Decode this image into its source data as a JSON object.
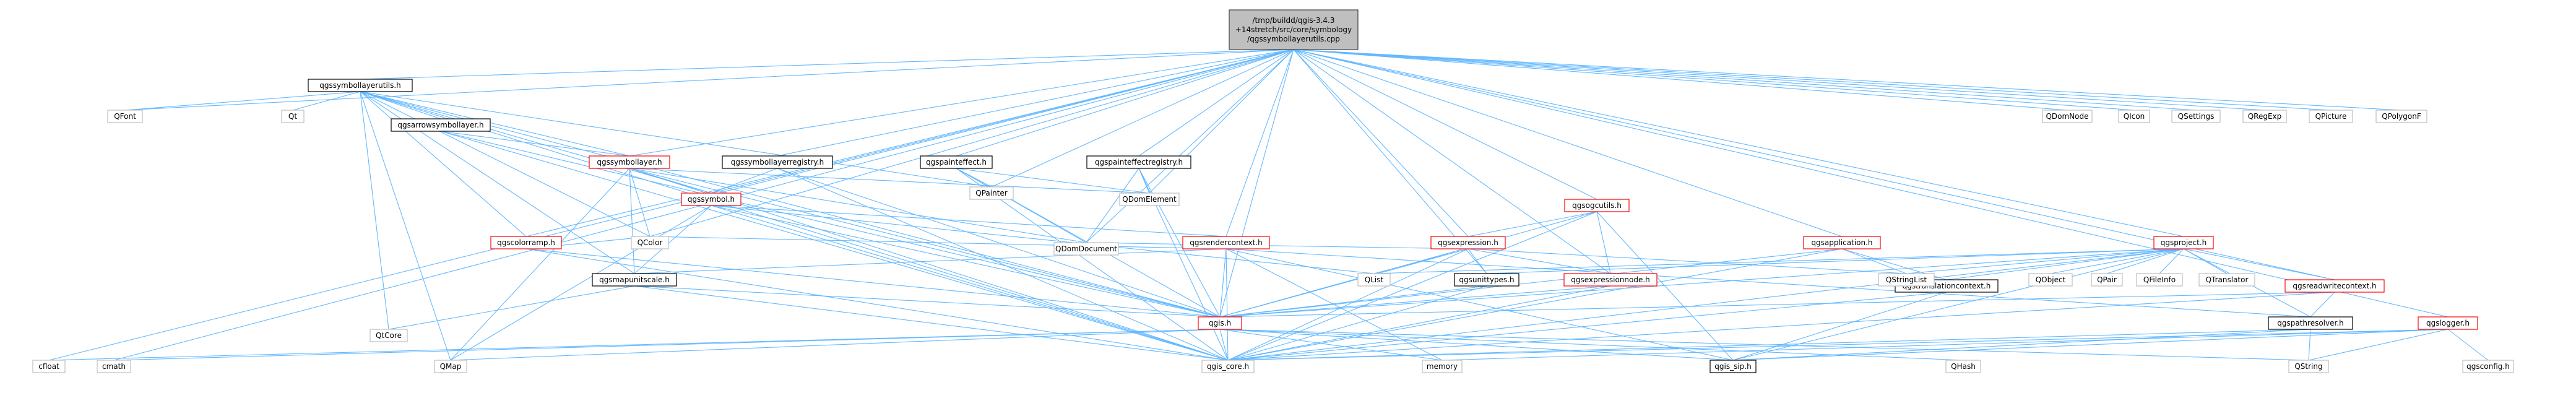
{
  "colors": {
    "root_fill": "#bfbfbf",
    "root_border": "#404040",
    "documented_border": "#000000",
    "undocumented_border": "#bfbfbf",
    "red_border": "#ff0000",
    "edge": "#63b8ff",
    "text": "#000000"
  },
  "nodes": [
    {
      "id": "root",
      "lines": [
        "/tmp/buildd/qgis-3.4.3",
        "+14stretch/src/core/symbology",
        "/qgssymbollayerutils.cpp"
      ],
      "style": "root"
    },
    {
      "id": "qgssymbollayerutils",
      "lines": [
        "qgssymbollayerutils.h"
      ],
      "style": "documented"
    },
    {
      "id": "qgsarrowsymbollayer",
      "lines": [
        "qgsarrowsymbollayer.h"
      ],
      "style": "documented"
    },
    {
      "id": "qgssymbollayer",
      "lines": [
        "qgssymbollayer.h"
      ],
      "style": "red"
    },
    {
      "id": "qgssymbollayerregistry",
      "lines": [
        "qgssymbollayerregistry.h"
      ],
      "style": "documented"
    },
    {
      "id": "qgspainteffect",
      "lines": [
        "qgspainteffect.h"
      ],
      "style": "documented"
    },
    {
      "id": "qgspainteffectregistry",
      "lines": [
        "qgspainteffectregistry.h"
      ],
      "style": "documented"
    },
    {
      "id": "qgssymbol",
      "lines": [
        "qgssymbol.h"
      ],
      "style": "red"
    },
    {
      "id": "qgscolorramp",
      "lines": [
        "qgscolorramp.h"
      ],
      "style": "red"
    },
    {
      "id": "qgsrendercontext",
      "lines": [
        "qgsrendercontext.h"
      ],
      "style": "red"
    },
    {
      "id": "qgsmapunitscale",
      "lines": [
        "qgsmapunitscale.h"
      ],
      "style": "documented"
    },
    {
      "id": "qgsogcutils",
      "lines": [
        "qgsogcutils.h"
      ],
      "style": "red"
    },
    {
      "id": "qgsexpression",
      "lines": [
        "qgsexpression.h"
      ],
      "style": "red"
    },
    {
      "id": "qgsunittypes",
      "lines": [
        "qgsunittypes.h"
      ],
      "style": "documented"
    },
    {
      "id": "qgsexpressionnode",
      "lines": [
        "qgsexpressionnode.h"
      ],
      "style": "red"
    },
    {
      "id": "qgsapplication",
      "lines": [
        "qgsapplication.h"
      ],
      "style": "red"
    },
    {
      "id": "qgsproject",
      "lines": [
        "qgsproject.h"
      ],
      "style": "red"
    },
    {
      "id": "qgstranslationcontext",
      "lines": [
        "qgstranslationcontext.h"
      ],
      "style": "documented"
    },
    {
      "id": "qgsreadwritecontext",
      "lines": [
        "qgsreadwritecontext.h"
      ],
      "style": "red"
    },
    {
      "id": "qgspathresolver",
      "lines": [
        "qgspathresolver.h"
      ],
      "style": "documented"
    },
    {
      "id": "qgslogger",
      "lines": [
        "qgslogger.h"
      ],
      "style": "red"
    },
    {
      "id": "qgis",
      "lines": [
        "qgis.h"
      ],
      "style": "red"
    },
    {
      "id": "qgis_core",
      "lines": [
        "qgis_core.h"
      ],
      "style": "undocumented"
    },
    {
      "id": "qgis_sip",
      "lines": [
        "qgis_sip.h"
      ],
      "style": "documented"
    },
    {
      "id": "qgsconfig",
      "lines": [
        "qgsconfig.h"
      ],
      "style": "undocumented"
    },
    {
      "id": "QFont",
      "lines": [
        "QFont"
      ],
      "style": "undocumented"
    },
    {
      "id": "Qt",
      "lines": [
        "Qt"
      ],
      "style": "undocumented"
    },
    {
      "id": "QColor",
      "lines": [
        "QColor"
      ],
      "style": "undocumented"
    },
    {
      "id": "QPainter",
      "lines": [
        "QPainter"
      ],
      "style": "undocumented"
    },
    {
      "id": "QDomElement",
      "lines": [
        "QDomElement"
      ],
      "style": "undocumented"
    },
    {
      "id": "QDomDocument",
      "lines": [
        "QDomDocument"
      ],
      "style": "undocumented"
    },
    {
      "id": "QList",
      "lines": [
        "QList"
      ],
      "style": "undocumented"
    },
    {
      "id": "QStringList",
      "lines": [
        "QStringList"
      ],
      "style": "undocumented"
    },
    {
      "id": "QObject",
      "lines": [
        "QObject"
      ],
      "style": "undocumented"
    },
    {
      "id": "QPair",
      "lines": [
        "QPair"
      ],
      "style": "undocumented"
    },
    {
      "id": "QFileInfo",
      "lines": [
        "QFileInfo"
      ],
      "style": "undocumented"
    },
    {
      "id": "QTranslator",
      "lines": [
        "QTranslator"
      ],
      "style": "undocumented"
    },
    {
      "id": "QCore",
      "lines": [
        "QtCore"
      ],
      "style": "undocumented"
    },
    {
      "id": "QMap",
      "lines": [
        "QMap"
      ],
      "style": "undocumented"
    },
    {
      "id": "cfloat",
      "lines": [
        "cfloat"
      ],
      "style": "undocumented"
    },
    {
      "id": "cmath",
      "lines": [
        "cmath"
      ],
      "style": "undocumented"
    },
    {
      "id": "memory",
      "lines": [
        "memory"
      ],
      "style": "undocumented"
    },
    {
      "id": "QHash",
      "lines": [
        "QHash"
      ],
      "style": "undocumented"
    },
    {
      "id": "QString",
      "lines": [
        "QString"
      ],
      "style": "undocumented"
    },
    {
      "id": "QDomNode",
      "lines": [
        "QDomNode"
      ],
      "style": "undocumented"
    },
    {
      "id": "QIcon",
      "lines": [
        "QIcon"
      ],
      "style": "undocumented"
    },
    {
      "id": "QSettings",
      "lines": [
        "QSettings"
      ],
      "style": "undocumented"
    },
    {
      "id": "QRegExp",
      "lines": [
        "QRegExp"
      ],
      "style": "undocumented"
    },
    {
      "id": "QPicture",
      "lines": [
        "QPicture"
      ],
      "style": "undocumented"
    },
    {
      "id": "QPolygonF",
      "lines": [
        "QPolygonF"
      ],
      "style": "undocumented"
    }
  ],
  "edges": [
    [
      "root",
      "qgssymbollayerutils"
    ],
    [
      "root",
      "QFont"
    ],
    [
      "root",
      "QColor"
    ],
    [
      "root",
      "QPainter"
    ],
    [
      "root",
      "qgssymbollayer"
    ],
    [
      "root",
      "qgssymbol"
    ],
    [
      "root",
      "qgscolorramp"
    ],
    [
      "root",
      "qgssymbollayerregistry"
    ],
    [
      "root",
      "qgspainteffect"
    ],
    [
      "root",
      "qgspainteffectregistry"
    ],
    [
      "root",
      "QDomElement"
    ],
    [
      "root",
      "QDomDocument"
    ],
    [
      "root",
      "qgsrendercontext"
    ],
    [
      "root",
      "qgsexpression"
    ],
    [
      "root",
      "qgsexpressionnode"
    ],
    [
      "root",
      "qgsunittypes"
    ],
    [
      "root",
      "qgsogcutils"
    ],
    [
      "root",
      "qgsapplication"
    ],
    [
      "root",
      "qgsproject"
    ],
    [
      "root",
      "qgsreadwritecontext"
    ],
    [
      "root",
      "qgslogger"
    ],
    [
      "root",
      "qgis"
    ],
    [
      "root",
      "cfloat"
    ],
    [
      "root",
      "cmath"
    ],
    [
      "root",
      "QDomNode"
    ],
    [
      "root",
      "QIcon"
    ],
    [
      "root",
      "QSettings"
    ],
    [
      "root",
      "QRegExp"
    ],
    [
      "root",
      "QPicture"
    ],
    [
      "root",
      "QPolygonF"
    ],
    [
      "qgssymbollayerutils",
      "QFont"
    ],
    [
      "qgssymbollayerutils",
      "Qt"
    ],
    [
      "qgssymbollayerutils",
      "QColor"
    ],
    [
      "qgssymbollayerutils",
      "QPainter"
    ],
    [
      "qgssymbollayerutils",
      "qgsarrowsymbollayer"
    ],
    [
      "qgssymbollayerutils",
      "qgssymbollayer"
    ],
    [
      "qgssymbollayerutils",
      "qgssymbol"
    ],
    [
      "qgssymbollayerutils",
      "qgscolorramp"
    ],
    [
      "qgssymbollayerutils",
      "qgsmapunitscale"
    ],
    [
      "qgssymbollayerutils",
      "qgis_core"
    ],
    [
      "qgssymbollayerutils",
      "qgis"
    ],
    [
      "qgssymbollayerutils",
      "QCore"
    ],
    [
      "qgssymbollayerutils",
      "QMap"
    ],
    [
      "qgsarrowsymbollayer",
      "qgssymbollayer"
    ],
    [
      "qgsarrowsymbollayer",
      "qgis_core"
    ],
    [
      "qgsarrowsymbollayer",
      "qgis"
    ],
    [
      "qgssymbollayer",
      "qgssymbol"
    ],
    [
      "qgssymbollayer",
      "QColor"
    ],
    [
      "qgssymbollayer",
      "QDomElement"
    ],
    [
      "qgssymbollayer",
      "QDomDocument"
    ],
    [
      "qgssymbollayer",
      "qgis_core"
    ],
    [
      "qgssymbollayer",
      "qgis"
    ],
    [
      "qgssymbollayer",
      "QMap"
    ],
    [
      "qgssymbollayer",
      "qgsmapunitscale"
    ],
    [
      "qgssymbollayerregistry",
      "qgssymbol"
    ],
    [
      "qgssymbollayerregistry",
      "qgis_core"
    ],
    [
      "qgssymbollayerregistry",
      "qgis"
    ],
    [
      "qgspainteffect",
      "QPainter"
    ],
    [
      "qgspainteffect",
      "QDomElement"
    ],
    [
      "qgspainteffect",
      "QDomDocument"
    ],
    [
      "qgspainteffect",
      "qgis_core"
    ],
    [
      "qgspainteffect",
      "qgis"
    ],
    [
      "qgspainteffectregistry",
      "QDomElement"
    ],
    [
      "qgspainteffectregistry",
      "QDomDocument"
    ],
    [
      "qgspainteffectregistry",
      "qgis_core"
    ],
    [
      "qgspainteffectregistry",
      "qgis"
    ],
    [
      "qgssymbol",
      "qgsrendercontext"
    ],
    [
      "qgssymbol",
      "qgsmapunitscale"
    ],
    [
      "qgssymbol",
      "QList"
    ],
    [
      "qgssymbol",
      "QMap"
    ],
    [
      "qgssymbol",
      "qgis_core"
    ],
    [
      "qgssymbol",
      "qgis"
    ],
    [
      "qgscolorramp",
      "QColor"
    ],
    [
      "qgscolorramp",
      "qgis_core"
    ],
    [
      "qgscolorramp",
      "qgis"
    ],
    [
      "qgsrendercontext",
      "QColor"
    ],
    [
      "qgsrendercontext",
      "qgsmapunitscale"
    ],
    [
      "qgsrendercontext",
      "qgis_core"
    ],
    [
      "qgsrendercontext",
      "qgis_sip"
    ],
    [
      "qgsrendercontext",
      "memory"
    ],
    [
      "qgsrendercontext",
      "qgis"
    ],
    [
      "qgsrendercontext",
      "qgspathresolver"
    ],
    [
      "qgsmapunitscale",
      "QCore"
    ],
    [
      "qgsmapunitscale",
      "qgis_core"
    ],
    [
      "qgsmapunitscale",
      "qgis"
    ],
    [
      "qgsogcutils",
      "qgsexpression"
    ],
    [
      "qgsogcutils",
      "qgsexpressionnode"
    ],
    [
      "qgsogcutils",
      "qgis_core"
    ],
    [
      "qgsogcutils",
      "qgis_sip"
    ],
    [
      "qgsogcutils",
      "qgis"
    ],
    [
      "qgsexpression",
      "QDomDocument"
    ],
    [
      "qgsexpression",
      "QList"
    ],
    [
      "qgsexpression",
      "QStringList"
    ],
    [
      "qgsexpression",
      "qgsunittypes"
    ],
    [
      "qgsexpression",
      "qgsexpressionnode"
    ],
    [
      "qgsexpression",
      "qgis_core"
    ],
    [
      "qgsexpression",
      "qgis"
    ],
    [
      "qgsunittypes",
      "qgis_core"
    ],
    [
      "qgsunittypes",
      "qgis"
    ],
    [
      "qgsexpressionnode",
      "qgis_core"
    ],
    [
      "qgsexpressionnode",
      "qgis"
    ],
    [
      "qgsapplication",
      "QStringList"
    ],
    [
      "qgsapplication",
      "qgstranslationcontext"
    ],
    [
      "qgsapplication",
      "qgis_core"
    ],
    [
      "qgsapplication",
      "qgis"
    ],
    [
      "qgsproject",
      "QObject"
    ],
    [
      "qgsproject",
      "QPair"
    ],
    [
      "qgsproject",
      "QFileInfo"
    ],
    [
      "qgsproject",
      "QTranslator"
    ],
    [
      "qgsproject",
      "QStringList"
    ],
    [
      "qgsproject",
      "QList"
    ],
    [
      "qgsproject",
      "qgstranslationcontext"
    ],
    [
      "qgsproject",
      "qgsreadwritecontext"
    ],
    [
      "qgsproject",
      "qgsunittypes"
    ],
    [
      "qgsproject",
      "qgis_core"
    ],
    [
      "qgsproject",
      "qgis_sip"
    ],
    [
      "qgsproject",
      "qgspathresolver"
    ],
    [
      "qgsproject",
      "qgis"
    ],
    [
      "qgstranslationcontext",
      "qgis_core"
    ],
    [
      "qgstranslationcontext",
      "qgis_sip"
    ],
    [
      "qgsreadwritecontext",
      "qgspathresolver"
    ],
    [
      "qgsreadwritecontext",
      "qgis"
    ],
    [
      "qgsreadwritecontext",
      "qgis_core"
    ],
    [
      "qgspathresolver",
      "qgis_core"
    ],
    [
      "qgspathresolver",
      "qgis_sip"
    ],
    [
      "qgspathresolver",
      "QString"
    ],
    [
      "qgslogger",
      "qgis_core"
    ],
    [
      "qgslogger",
      "qgis_sip"
    ],
    [
      "qgslogger",
      "QString"
    ],
    [
      "qgslogger",
      "qgsconfig"
    ],
    [
      "qgslogger",
      "memory"
    ],
    [
      "qgis",
      "cfloat"
    ],
    [
      "qgis",
      "cmath"
    ],
    [
      "qgis",
      "QMap"
    ],
    [
      "qgis",
      "qgis_core"
    ],
    [
      "qgis",
      "memory"
    ],
    [
      "qgis",
      "qgis_sip"
    ],
    [
      "qgis",
      "QHash"
    ],
    [
      "qgis",
      "QString"
    ]
  ]
}
